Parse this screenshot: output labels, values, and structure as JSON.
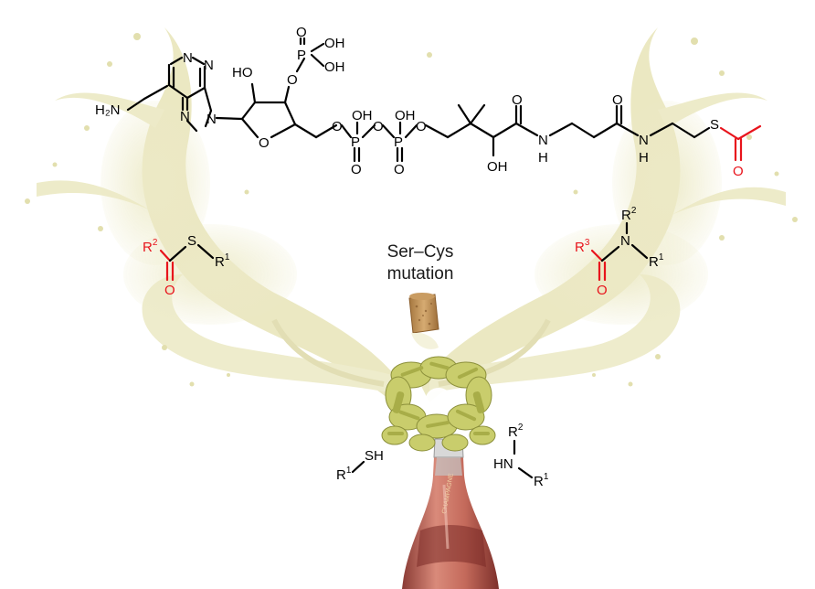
{
  "colors": {
    "bond": "#000000",
    "highlight": "#e8141c",
    "splash": "#e6e3b4",
    "protein": "#c8cc6a",
    "bottle": "#c76e62",
    "cork": "#c79a63"
  },
  "caption": {
    "line1": "Ser–Cys",
    "line2": "mutation"
  },
  "coa": {
    "h2n": "H₂N",
    "n_ring": "N",
    "ho": "HO",
    "o": "O",
    "p": "P",
    "oh": "OH",
    "nh": "N",
    "h": "H",
    "s": "S"
  },
  "thioester": {
    "r2": "R",
    "r2_sup": "2",
    "s": "S",
    "r1": "R",
    "r1_sup": "1",
    "o": "O"
  },
  "amide": {
    "r3": "R",
    "r3_sup": "3",
    "n": "N",
    "r2": "R",
    "r2_sup": "2",
    "r1": "R",
    "r1_sup": "1",
    "o": "O"
  },
  "thiol": {
    "r1": "R",
    "r1_sup": "1",
    "sh": "SH"
  },
  "amine": {
    "hn": "HN",
    "r2": "R",
    "r2_sup": "2",
    "r1": "R",
    "r1_sup": "1"
  },
  "bottle_label": "CHAMPAGNE"
}
